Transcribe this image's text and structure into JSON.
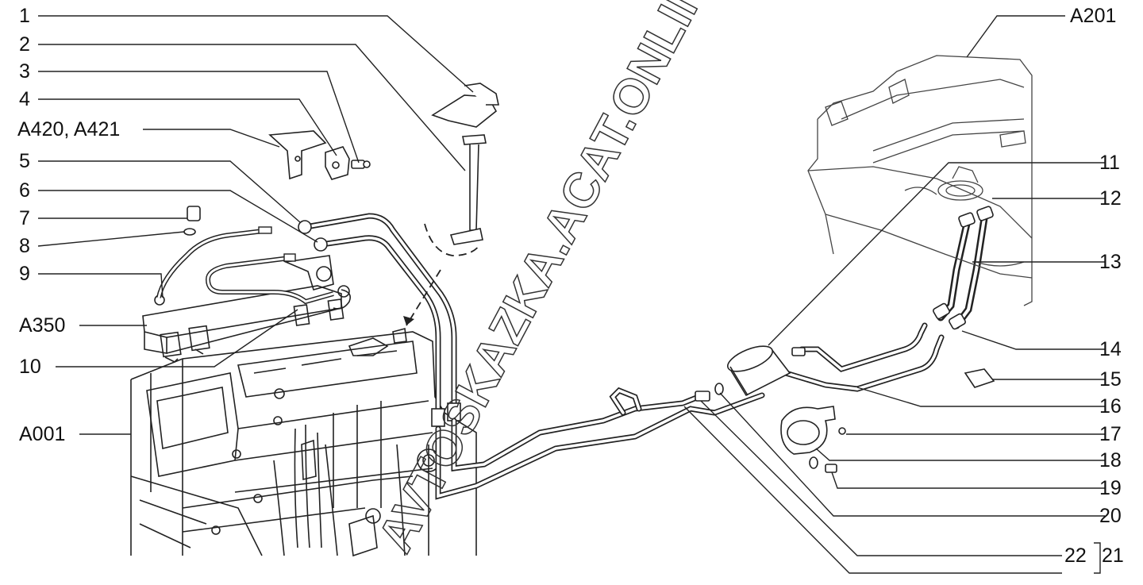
{
  "diagram": {
    "left_labels": [
      "1",
      "2",
      "3",
      "4",
      "A420, A421",
      "5",
      "6",
      "7",
      "8",
      "9",
      "A350",
      "10",
      "A001"
    ],
    "right_labels": [
      "A201",
      "11",
      "12",
      "13",
      "14",
      "15",
      "16",
      "17",
      "18",
      "19",
      "20",
      "21"
    ],
    "bottom_label": "22",
    "watermark": "AVTOSKAZKA.ACAT.ONLINE"
  }
}
